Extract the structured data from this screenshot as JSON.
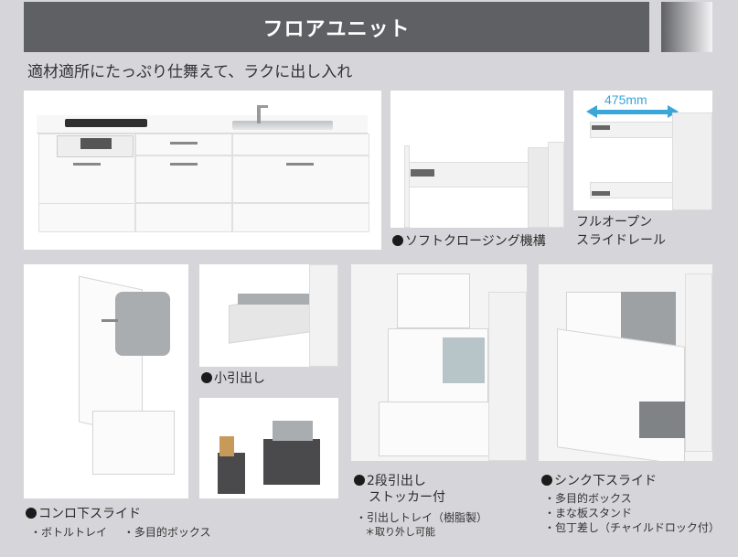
{
  "header": {
    "title": "フロアユニット",
    "subtitle": "適材適所にたっぷり仕舞えて、ラクに出し入れ"
  },
  "colors": {
    "title_bar": "#5f6063",
    "background": "#d6d6da",
    "dimension_arrow": "#3aa6d9"
  },
  "top_row": {
    "kitchen_photo": {
      "alt": "kitchen-floor-unit"
    },
    "soft_closing": {
      "caption": "ソフトクロージング機構"
    },
    "full_open": {
      "dimension": "475mm",
      "caption_line1": "フルオープン",
      "caption_line2": "スライドレール"
    }
  },
  "bottom_row": {
    "stove_slide": {
      "caption": "コンロ下スライド",
      "items": [
        "・ボトルトレイ",
        "・多目的ボックス"
      ]
    },
    "small_drawer": {
      "caption": "小引出し"
    },
    "two_tier": {
      "caption_line1": "2段引出し",
      "caption_line2": "ストッカー付",
      "items": [
        "・引出しトレイ（樹脂製）"
      ],
      "note": "＊取り外し可能"
    },
    "sink_slide": {
      "caption": "シンク下スライド",
      "items": [
        "・多目的ボックス",
        "・まな板スタンド",
        "・包丁差し（チャイルドロック付）"
      ]
    }
  }
}
